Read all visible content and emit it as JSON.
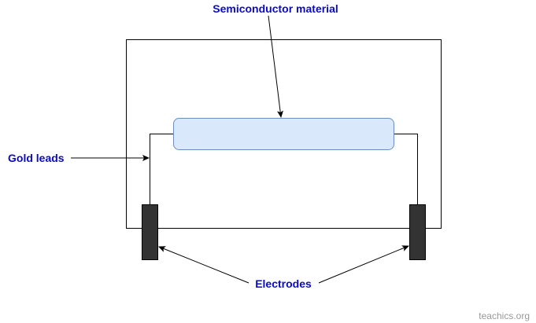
{
  "diagram": {
    "title": "Semiconductor sensor structure",
    "labels": {
      "semiconductor": "Semiconductor material",
      "gold_leads": "Gold leads",
      "electrodes": "Electrodes"
    },
    "watermark": "teachics.org",
    "colors": {
      "label_text": "#0a0ac8",
      "semiconductor_fill": "#dae8fc",
      "semiconductor_stroke": "#6c8ebf",
      "electrode_fill": "#333333",
      "line": "#000000",
      "watermark": "#999999"
    }
  }
}
